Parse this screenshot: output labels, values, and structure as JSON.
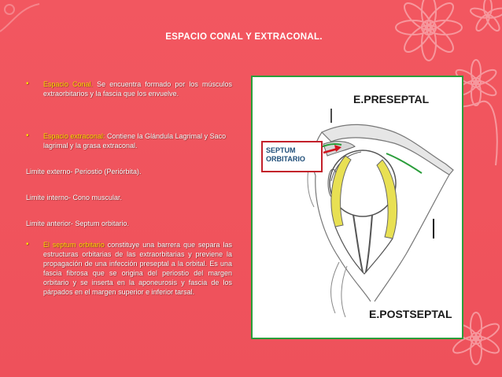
{
  "slide": {
    "title": "ESPACIO CONAL Y EXTRACONAL.",
    "bullet_char": "•",
    "p1": {
      "highlight": "Espacio Conal.",
      "text": " Se encuentra formado por los músculos extraorbitarios y la fascia que los envuelve."
    },
    "p2": {
      "highlight": "Espacio extraconal:",
      "text": " Contiene la Glándula Lagrimal y Saco lagrimal y la grasa extraconal."
    },
    "limite_externo": "Limite externo- Periostio (Periórbita).",
    "limite_interno": "Limite interno- Cono muscular.",
    "limite_anterior": "Limite anterior- Septum orbitario.",
    "p3": {
      "highlight": "El septum orbitario",
      "text": " constituye una barrera que separa las estructuras orbitarias de las extraorbitarias y previene la propagación de una infección preseptal a la orbital. Es una fascia fibrosa que se origina del periostio del margen orbitario y se inserta en la aponeurosis y fascia de los párpados en el margen superior e inferior tarsal."
    }
  },
  "figure": {
    "label_preseptal": "E.PRESEPTAL",
    "label_postseptal": "E.POSTSEPTAL",
    "label_septum_line1": "SEPTUM",
    "label_septum_line2": "ORBITARIO",
    "border_color": "#2a9d3a",
    "septum_box_color": "#c3202a"
  },
  "colors": {
    "background": "#f0545d",
    "highlight": "#ffdd00",
    "text": "#ffffff"
  }
}
